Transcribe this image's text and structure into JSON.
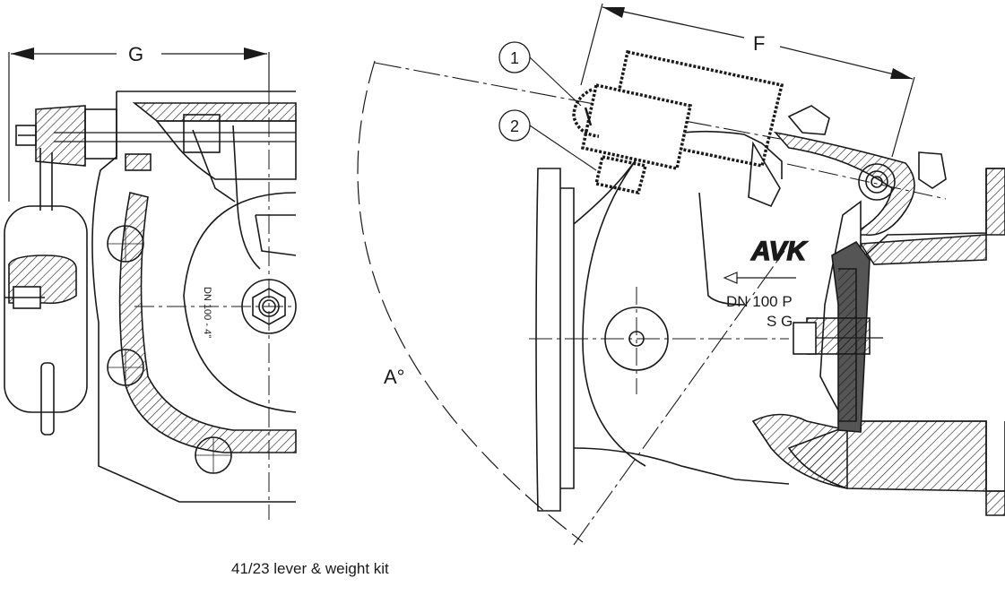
{
  "dimensions": {
    "g": "G",
    "f": "F",
    "angle": "A°"
  },
  "callouts": {
    "one": "1",
    "two": "2"
  },
  "body_markings": {
    "brand": "AVK",
    "size_main": "DN 100  P",
    "material": "S G",
    "side_size": "DN 100 - 4\""
  },
  "caption": "41/23 lever & weight kit",
  "colors": {
    "line": "#1a1a1a",
    "hatch": "#1a1a1a",
    "background": "#ffffff",
    "rubber": "#555555"
  }
}
